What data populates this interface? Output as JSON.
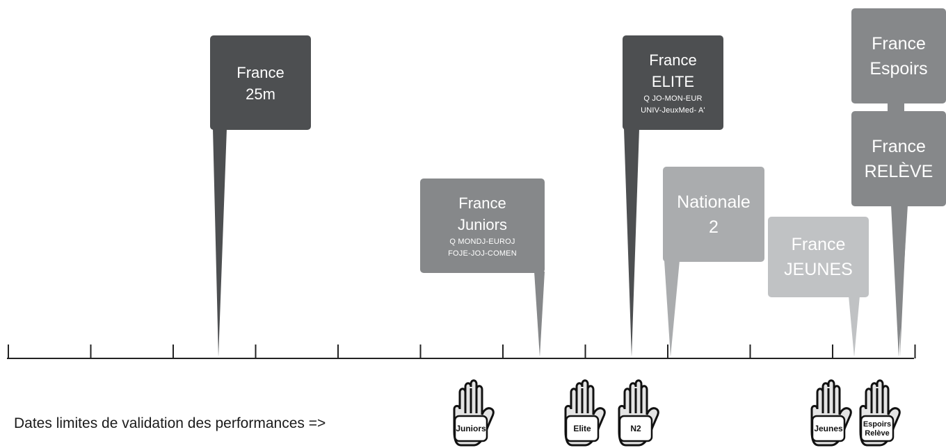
{
  "colors": {
    "dark": "#4d4f51",
    "mid": "#86888a",
    "light": "#aaacae",
    "lighter": "#c0c2c4",
    "axis": "#222222"
  },
  "flags": [
    {
      "id": "france-25m",
      "title_lines": [
        "France",
        "25m"
      ],
      "sub_lines": [],
      "tone": "dark"
    },
    {
      "id": "france-juniors",
      "title_lines": [
        "France",
        "Juniors"
      ],
      "sub_lines": [
        "Q MONDJ-EUROJ",
        "FOJE-JOJ-COMEN"
      ],
      "tone": "mid"
    },
    {
      "id": "france-elite",
      "title_lines": [
        "France",
        "ELITE"
      ],
      "sub_lines": [
        "Q JO-MON-EUR",
        "UNIV-JeuxMed- A'"
      ],
      "tone": "dark"
    },
    {
      "id": "nationale-2",
      "title_lines": [
        "Nationale",
        "2"
      ],
      "sub_lines": [],
      "tone": "light"
    },
    {
      "id": "france-jeunes",
      "title_lines": [
        "France",
        "JEUNES"
      ],
      "sub_lines": [],
      "tone": "lighter"
    },
    {
      "id": "france-releve",
      "title_lines": [
        "France",
        "RELÈVE"
      ],
      "sub_lines": [],
      "tone": "mid"
    },
    {
      "id": "france-espoirs",
      "title_lines": [
        "France",
        "Espoirs"
      ],
      "sub_lines": [],
      "tone": "mid"
    }
  ],
  "footer": {
    "label": "Dates limites de validation des performances =>",
    "hands": [
      {
        "id": "juniors",
        "lines": [
          "Juniors"
        ]
      },
      {
        "id": "elite",
        "lines": [
          "Elite"
        ]
      },
      {
        "id": "n2",
        "lines": [
          "N2"
        ]
      },
      {
        "id": "jeunes",
        "lines": [
          "Jeunes"
        ]
      },
      {
        "id": "espoirs-releve",
        "lines": [
          "Espoirs",
          "Relève"
        ]
      }
    ]
  }
}
